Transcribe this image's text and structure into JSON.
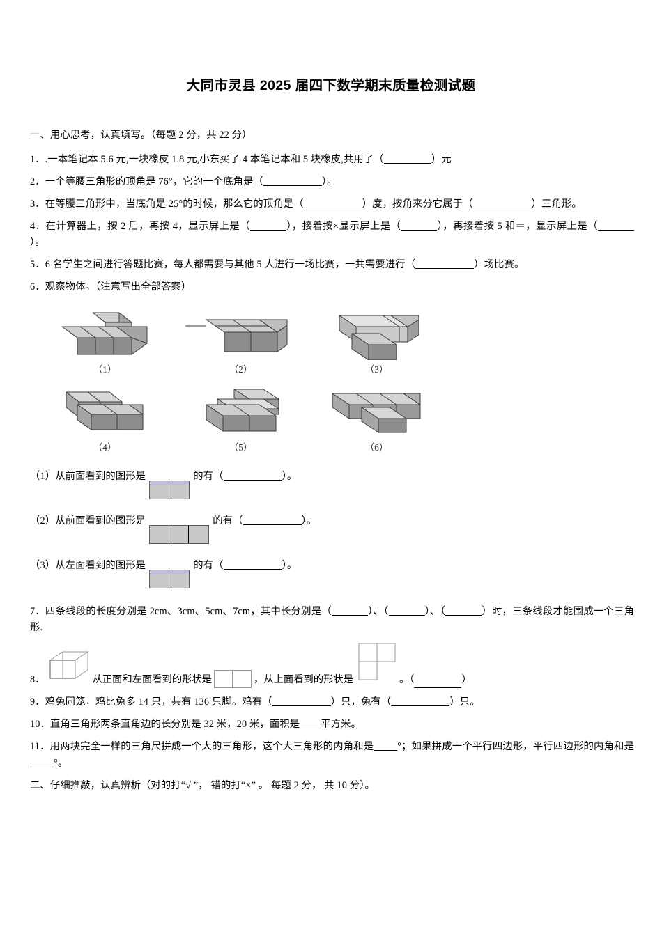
{
  "document": {
    "title": "大同市灵县 2025 届四下数学期末质量检测试题"
  },
  "section_one": {
    "heading": "一、用心思考，认真填写。（每题 2 分，共 22 分）",
    "questions": [
      {
        "number": "1．",
        "text_a": ".一本笔记本 5.6 元,一块橡皮 1.8 元,小东买了 4 本笔记本和 5 块橡皮,共用了（",
        "text_b": "）元"
      },
      {
        "number": "2．",
        "text_a": "一个等腰三角形的顶角是 76°，它的一个底角是（",
        "text_b": "）。"
      },
      {
        "number": "3．",
        "text_a": "在等腰三角形中，当底角是 25°的时候，那么它的顶角是（",
        "text_b": "）度，按角来分它属于（",
        "text_c": "）三角形。"
      },
      {
        "number": "4．",
        "text_a": "在计算器上，按 2 后，再按 4，显示屏上是（",
        "text_b": "），接着按×显示屏上是（",
        "text_c": "），再接着按 5 和＝，显示屏上是（",
        "text_d": "）。"
      },
      {
        "number": "5．",
        "text_a": "6 名学生之间进行答题比赛，每人都需要与其他 5 人进行一场比赛，一共需要进行（",
        "text_b": "）场比赛。"
      },
      {
        "number": "6．",
        "text_a": "观察物体。（注意写出全部答案）"
      }
    ],
    "figures": [
      {
        "caption": "（1）",
        "shape": "row3-with-top-back-cube"
      },
      {
        "caption": "（2）",
        "shape": "two-by-two-block"
      },
      {
        "caption": "（3）",
        "shape": "L-shaped-three-cubes"
      },
      {
        "caption": "（4）",
        "shape": "offset-two-rows"
      },
      {
        "caption": "（5）",
        "shape": "stepped-block"
      },
      {
        "caption": "（6）",
        "shape": "row3-with-front-cube"
      }
    ],
    "sub_questions": [
      {
        "label": "（1）",
        "text_a": "从前面看到的图形是",
        "cells": 2,
        "tint": "lavender",
        "text_b": "的有（",
        "text_c": "）。"
      },
      {
        "label": "（2）",
        "text_a": "从前面看到的图形是",
        "cells": 3,
        "tint": "gray",
        "text_b": "的有（",
        "text_c": "）。"
      },
      {
        "label": "（3）",
        "text_a": "从左面看到的图形是",
        "cells": 2,
        "tint": "lavender",
        "text_b": "的有（",
        "text_c": "）。"
      }
    ],
    "questions_late": [
      {
        "number": "7．",
        "text_a": "四条线段的长度分别是 2cm、3cm、5cm、7cm，其中长分别是（",
        "text_b": "）、（",
        "text_c": "）、（",
        "text_d": "）时，三条线段才",
        "text_e": "能围成一个三角形."
      },
      {
        "number": "8．",
        "text_a": "从正面和左面看到的形状是",
        "text_b": "，从上面看到的形状是",
        "text_c": "。（",
        "text_d": "）"
      },
      {
        "number": "9．",
        "text_a": "鸡兔同笼，鸡比兔多 14 只，共有 136 只脚。鸡有（",
        "text_b": "）只，兔有（",
        "text_c": "）只。"
      },
      {
        "number": "10．",
        "text_a": "直角三角形两条直角边的长分别是 32 米，20 米，面积是",
        "text_b": "平方米。"
      },
      {
        "number": "11．",
        "text_a": "用两块完全一样的三角尺拼成一个大的三角形，这个大三角形的内角和是",
        "text_b": "°；如果拼成一个平行四边形，平",
        "text_c": "行四边形的内角和是",
        "text_d": "°。"
      }
    ]
  },
  "section_two": {
    "heading": "二、仔细推敲，认真辨析（对的打“√ ”， 错的打“×” 。 每题 2 分， 共 10 分）。"
  },
  "colors": {
    "cube_top": "#cfcfcf",
    "cube_front": "#8d8d8d",
    "cube_side": "#a5a5a5",
    "cube_edge": "#3a3a3a",
    "inline_fill": "#c9c9c9",
    "inline_tint": "#bcbce0",
    "wire_stroke": "#9a9a9a"
  }
}
